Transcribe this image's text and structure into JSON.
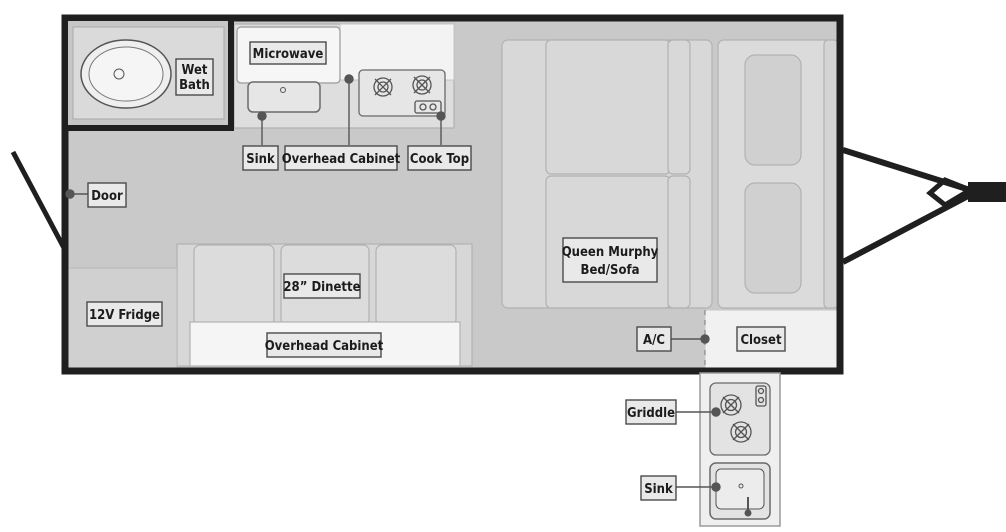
{
  "labels": {
    "wet_bath": [
      "Wet",
      "Bath"
    ],
    "microwave": "Microwave",
    "sink": "Sink",
    "overhead_cabinet_kitchen": "Overhead Cabinet",
    "cook_top": "Cook Top",
    "door": "Door",
    "dinette": "28” Dinette",
    "fridge": "12V Fridge",
    "overhead_cabinet_dinette": "Overhead Cabinet",
    "bed": [
      "Queen Murphy",
      "Bed/Sofa"
    ],
    "ac": "A/C",
    "closet": "Closet",
    "griddle": "Griddle",
    "outdoor_sink": "Sink"
  }
}
